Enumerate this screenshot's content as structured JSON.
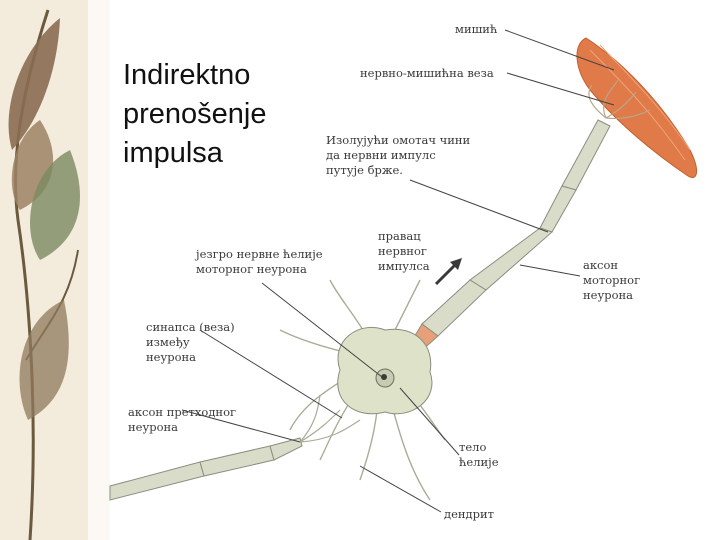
{
  "slide": {
    "title_lines": [
      "Indirektno",
      "prenošenje",
      "impulsa"
    ]
  },
  "diagram": {
    "labels": {
      "muscle": [
        "мишић"
      ],
      "neuromuscular_junction": [
        "нервно-мишићна веза"
      ],
      "myelin_sheath": [
        "Изолујући омотач чини",
        "да нервни импулс",
        "путује брже."
      ],
      "impulse_direction": [
        "правац",
        "нервног",
        "импулса"
      ],
      "motor_neuron_nucleus": [
        "језгро нервне ћелије",
        "моторног неурона"
      ],
      "motor_neuron_axon": [
        "аксон",
        "моторног",
        "неурона"
      ],
      "synapse": [
        "синапса (веза)",
        "између",
        "неурона"
      ],
      "previous_neuron_axon": [
        "аксон претходног",
        "неурона"
      ],
      "cell_body": [
        "тело",
        "ћелије"
      ],
      "dendrite": [
        "дендрит"
      ]
    },
    "colors": {
      "muscle": "#e07a48",
      "cell_body": "#dde2c8",
      "myelin": "#d9dcc9",
      "outline": "#8a8f80",
      "leader_line": "#444444",
      "impulse_arrow": "#3a3a3a",
      "junction_accent": "#e8a07a"
    }
  }
}
